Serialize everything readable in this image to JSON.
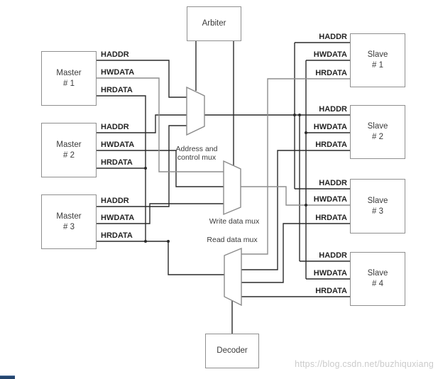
{
  "diagram": {
    "arbiter": "Arbiter",
    "decoder": "Decoder",
    "masters": [
      {
        "name": "Master",
        "num": "# 1",
        "signals": [
          "HADDR",
          "HWDATA",
          "HRDATA"
        ]
      },
      {
        "name": "Master",
        "num": "# 2",
        "signals": [
          "HADDR",
          "HWDATA",
          "HRDATA"
        ]
      },
      {
        "name": "Master",
        "num": "# 3",
        "signals": [
          "HADDR",
          "HWDATA",
          "HRDATA"
        ]
      }
    ],
    "slaves": [
      {
        "name": "Slave",
        "num": "# 1",
        "signals": [
          "HADDR",
          "HWDATA",
          "HRDATA"
        ]
      },
      {
        "name": "Slave",
        "num": "# 2",
        "signals": [
          "HADDR",
          "HWDATA",
          "HRDATA"
        ]
      },
      {
        "name": "Slave",
        "num": "# 3",
        "signals": [
          "HADDR",
          "HWDATA",
          "HRDATA"
        ]
      },
      {
        "name": "Slave",
        "num": "# 4",
        "signals": [
          "HADDR",
          "HWDATA",
          "HRDATA"
        ]
      }
    ],
    "muxes": {
      "address_line1": "Address and",
      "address_line2": "control mux",
      "write": "Write data mux",
      "read": "Read data mux"
    },
    "watermark": "https://blog.csdn.net/buzhiquxiang",
    "colors": {
      "wire_black": "#2a2a2a",
      "wire_gray": "#8d8d8d",
      "box_border": "#8f8f8f",
      "text": "#3a3a3a",
      "watermark": "#cbcbcb",
      "corner_chip": "#24456e"
    }
  }
}
